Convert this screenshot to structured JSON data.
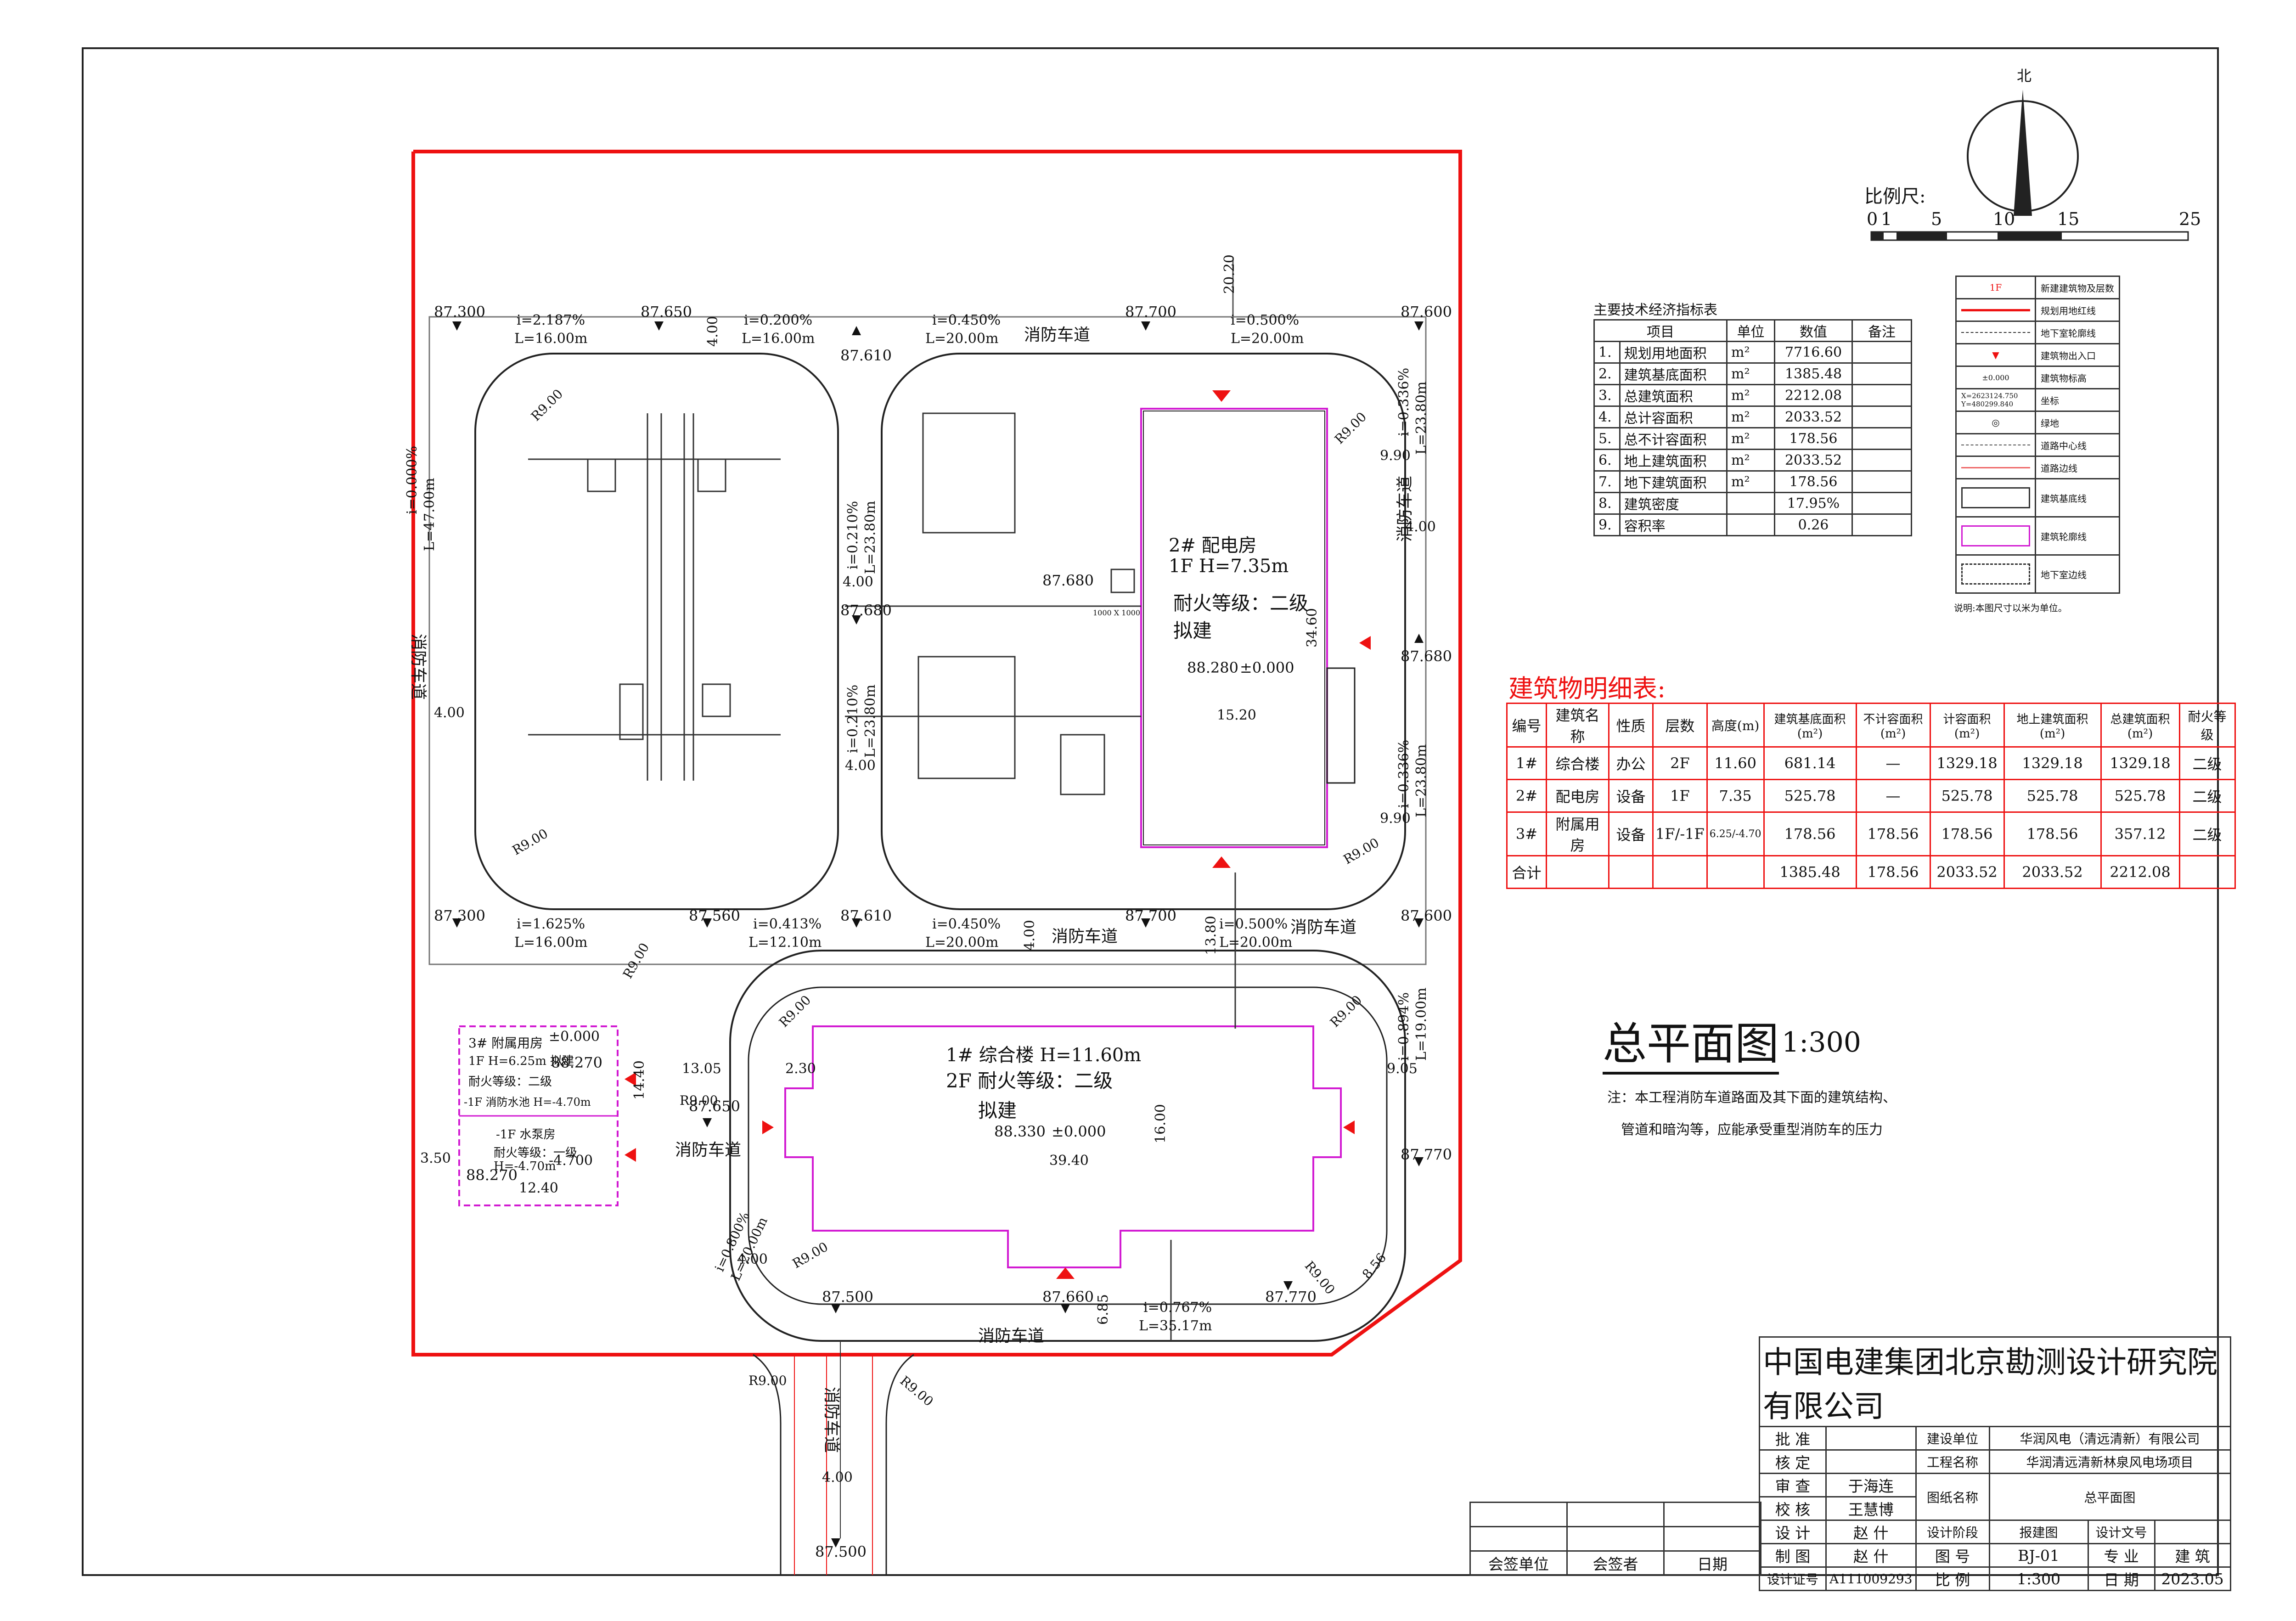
{
  "north_label": "北",
  "scale": {
    "title": "比例尺:",
    "ticks": [
      "0",
      "1",
      "5",
      "10",
      "15",
      "25"
    ]
  },
  "legend": {
    "items": [
      "新建建筑物及层数",
      "规划用地红线",
      "地下室轮廓线",
      "建筑物出入口",
      "建筑物标高",
      "坐标",
      "绿地",
      "道路中心线",
      "道路边线",
      "建筑基底线",
      "建筑轮廓线",
      "地下室边线"
    ],
    "sample_1f": "1F",
    "sample_elev": "±0.000",
    "sample_x": "X=2623124.750",
    "sample_y": "Y=480299.840",
    "note": "说明:本图尺寸以米为单位。"
  },
  "tech": {
    "title": "主要技术经济指标表",
    "headers": [
      "项目",
      "单位",
      "数值",
      "备注"
    ],
    "rows": [
      {
        "n": "1.",
        "item": "规划用地面积",
        "unit": "m²",
        "val": "7716.60"
      },
      {
        "n": "2.",
        "item": "建筑基底面积",
        "unit": "m²",
        "val": "1385.48"
      },
      {
        "n": "3.",
        "item": "总建筑面积",
        "unit": "m²",
        "val": "2212.08"
      },
      {
        "n": "4.",
        "item": "总计容面积",
        "unit": "m²",
        "val": "2033.52"
      },
      {
        "n": "5.",
        "item": "总不计容面积",
        "unit": "m²",
        "val": "178.56"
      },
      {
        "n": "6.",
        "item": "地上建筑面积",
        "unit": "m²",
        "val": "2033.52"
      },
      {
        "n": "7.",
        "item": "地下建筑面积",
        "unit": "m²",
        "val": "178.56"
      },
      {
        "n": "8.",
        "item": "建筑密度",
        "unit": "",
        "val": "17.95%"
      },
      {
        "n": "9.",
        "item": "容积率",
        "unit": "",
        "val": "0.26"
      }
    ]
  },
  "buildings": {
    "title": "建筑物明细表:",
    "headers": [
      "编号",
      "建筑名称",
      "性质",
      "层数",
      "高度(m)",
      "建筑基底面积(m²)",
      "不计容面积(m²)",
      "计容面积(m²)",
      "地上建筑面积(m²)",
      "总建筑面积(m²)",
      "耐火等级"
    ],
    "rows": [
      [
        "1#",
        "综合楼",
        "办公",
        "2F",
        "11.60",
        "681.14",
        "—",
        "1329.18",
        "1329.18",
        "1329.18",
        "二级"
      ],
      [
        "2#",
        "配电房",
        "设备",
        "1F",
        "7.35",
        "525.78",
        "—",
        "525.78",
        "525.78",
        "525.78",
        "二级"
      ],
      [
        "3#",
        "附属用房",
        "设备",
        "1F/-1F",
        "6.25/-4.70",
        "178.56",
        "178.56",
        "178.56",
        "178.56",
        "357.12",
        "二级"
      ],
      [
        "合计",
        "",
        "",
        "",
        "",
        "1385.48",
        "178.56",
        "2033.52",
        "2033.52",
        "2212.08",
        ""
      ]
    ]
  },
  "plan_title": "总平面图",
  "plan_scale": "1:300",
  "notes": [
    "注：本工程消防车道路面及其下面的建筑结构、",
    "管道和暗沟等，应能承受重型消防车的压力"
  ],
  "site": {
    "elevations": [
      "87.300",
      "87.650",
      "87.700",
      "87.600",
      "87.610",
      "87.680",
      "87.680",
      "87.300",
      "87.560",
      "87.610",
      "87.700",
      "87.600",
      "87.650",
      "87.770",
      "87.500",
      "87.660",
      "87.770",
      "87.500",
      "88.270",
      "88.270",
      "88.280",
      "88.330",
      "87.680"
    ],
    "grades": [
      "i=2.187%",
      "L=16.00m",
      "i=0.200%",
      "L=16.00m",
      "i=0.450%",
      "L=20.00m",
      "i=0.500%",
      "L=20.00m",
      "i=1.625%",
      "L=16.00m",
      "i=0.413%",
      "L=12.10m",
      "i=0.450%",
      "L=20.00m",
      "i=0.500%",
      "L=20.00m",
      "i=0.000%",
      "L=47.00m",
      "i=0.336%",
      "L=23.80m",
      "i=0.336%",
      "L=23.80m",
      "i=0.210%",
      "L=23.80m",
      "i=0.210%",
      "L=23.80m",
      "i=0.894%",
      "L=19.00m",
      "i=0.767%",
      "L=35.17m",
      "i=0.800%",
      "L=20.00m"
    ],
    "dims": [
      "20.20",
      "4.00",
      "9.90",
      "4.00",
      "9.90",
      "34.60",
      "15.20",
      "4.00",
      "4.00",
      "13.80",
      "4.00",
      "13.05",
      "2.30",
      "14.40",
      "3.50",
      "12.40",
      "9.05",
      "16.00",
      "39.40",
      "6.85",
      "8.56",
      "4.00",
      "4.00",
      "4.00"
    ],
    "radii": [
      "R9.00",
      "R9.00",
      "R9.00",
      "R9.00",
      "R9.00",
      "R9.00",
      "R9.00",
      "R9.00",
      "R9.00",
      "R9.00",
      "R9.00",
      "R9.00"
    ],
    "fire_road": "消防车道",
    "b2": {
      "name": "2#  配电房",
      "height": "1F  H=7.35m",
      "fire": "耐火等级：二级",
      "status": "拟建",
      "elev": "±0.000"
    },
    "b1": {
      "name": "1# 综合楼   H=11.60m",
      "fire": "2F  耐火等级：二级",
      "status": "拟建",
      "elev": "±0.000"
    },
    "b3a": {
      "name": "3#  附属用房",
      "height": "1F  H=6.25m 拟建",
      "fire": "耐火等级：二级",
      "pool": "-1F 消防水池 H=-4.70m",
      "elev": "±0.000"
    },
    "b3b": {
      "name": "-1F  水泵房",
      "fire": "耐火等级：一级",
      "height": "H=-4.70m",
      "elev": "-4.700"
    },
    "small_box": "1000 X 1000"
  },
  "titleblock": {
    "company": "中国电建集团北京勘测设计研究院有限公司",
    "approve": "批 准",
    "review": "核 定",
    "examine": "审 查",
    "examiner": "于海连",
    "check": "校 核",
    "checker": "王慧博",
    "design": "设 计",
    "designer": "赵 什",
    "draw": "制 图",
    "drawer": "赵 什",
    "cert": "设计证号",
    "cert_no": "A111009293",
    "client_label": "建设单位",
    "client": "华润风电（清远清新）有限公司",
    "project_label": "工程名称",
    "project": "华润清远清新林泉风电场项目",
    "drawing_label": "图纸名称",
    "drawing": "总平面图",
    "stage_label": "设计阶段",
    "stage": "报建图",
    "docno_label": "设计文号",
    "no_label": "图 号",
    "no": "BJ-01",
    "major_label": "专 业",
    "major": "建 筑",
    "ratio_label": "比 例",
    "ratio": "1:300",
    "date_label": "日 期",
    "date": "2023.05"
  },
  "signblock": {
    "unit": "会签单位",
    "signer": "会签者",
    "date": "日期"
  }
}
